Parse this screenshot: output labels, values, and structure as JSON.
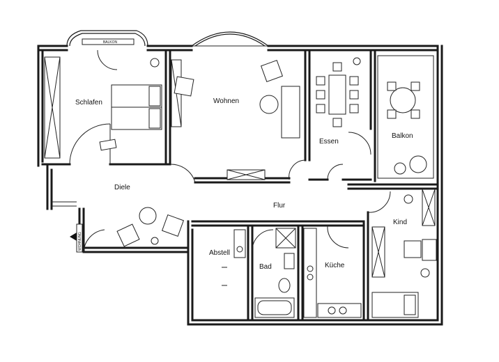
{
  "rooms": {
    "schlafen": "Schlafen",
    "wohnen": "Wohnen",
    "essen": "Essen",
    "balkon_right": "Balkon",
    "diele": "Diele",
    "flur": "Flur",
    "kind": "Kind",
    "abstell": "Abstell",
    "bad": "Bad",
    "kueche": "Küche"
  },
  "markers": {
    "balkon_top": "BALKON",
    "wohnung": "WOHNUNG"
  }
}
